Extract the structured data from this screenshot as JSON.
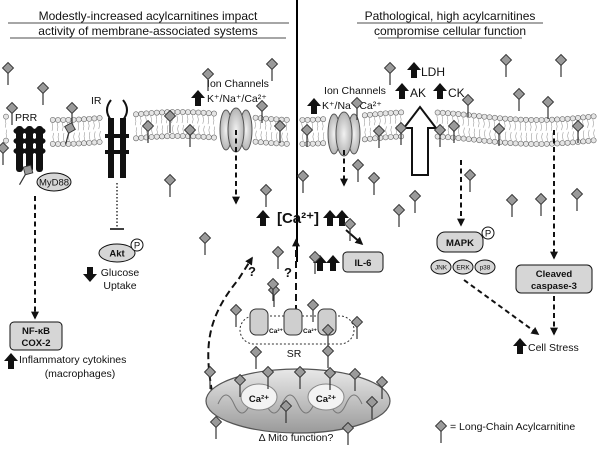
{
  "titles": {
    "left_line1": "Modestly-increased acylcarnitines impact",
    "left_line2": "activity of membrane-associated systems",
    "right_line1": "Pathological, high acylcarnitines",
    "right_line2": "compromise cellular function"
  },
  "left": {
    "prr": "PRR",
    "myd88": "MyD88",
    "ir": "IR",
    "akt": "Akt",
    "akt_p": "P",
    "glucose_line1": "Glucose",
    "glucose_line2": "Uptake",
    "nfkb_line1": "NF-κB",
    "nfkb_line2": "COX-2",
    "inflam_line1": "Inflammatory cytokines",
    "inflam_line2": "(macrophages)",
    "ion_channels": "Ion Channels",
    "ions": "K⁺/Na⁺/Ca²⁺"
  },
  "center": {
    "calcium": "[Ca²⁺]",
    "question": "?",
    "ca_ion": "Ca²⁺",
    "sr": "SR",
    "mito_ca": "Ca²⁺",
    "mito_function": "Δ Mito function?"
  },
  "right": {
    "ion_channels": "Ion Channels",
    "ions": "K⁺/Na⁺/Ca²⁺",
    "ldh": "LDH",
    "ak": "AK",
    "ck": "CK",
    "il6": "IL-6",
    "mapk": "MAPK",
    "mapk_p": "P",
    "jnk": "JNK",
    "erk": "ERK",
    "p38": "p38",
    "caspase_line1": "Cleaved",
    "caspase_line2": "caspase-3",
    "cell_stress": "Cell Stress"
  },
  "legend": {
    "text": "= Long-Chain Acylcarnitine"
  },
  "colors": {
    "acylcarnitine": "#9a9a9a",
    "box_fill": "#d6d6d6",
    "membrane": "#d9d9d9"
  }
}
